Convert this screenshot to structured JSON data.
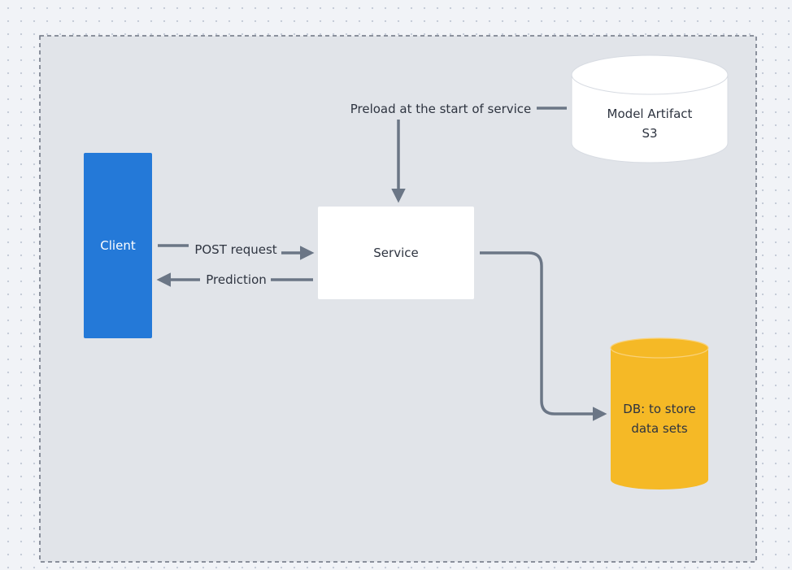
{
  "nodes": {
    "client": {
      "label": "Client",
      "color": "#2479d8"
    },
    "service": {
      "label": "Service",
      "color": "#ffffff"
    },
    "model_artifact": {
      "line1": "Model Artifact",
      "line2": "S3",
      "color": "#ffffff"
    },
    "db": {
      "line1": "DB: to store",
      "line2": "data sets",
      "color": "#f5b926"
    }
  },
  "edges": {
    "post_request": "POST request",
    "prediction": "Prediction",
    "preload": "Preload at the start of service"
  },
  "colors": {
    "container_fill": "#e1e4e9",
    "container_border": "#6b7280",
    "connector": "#6b7686"
  }
}
